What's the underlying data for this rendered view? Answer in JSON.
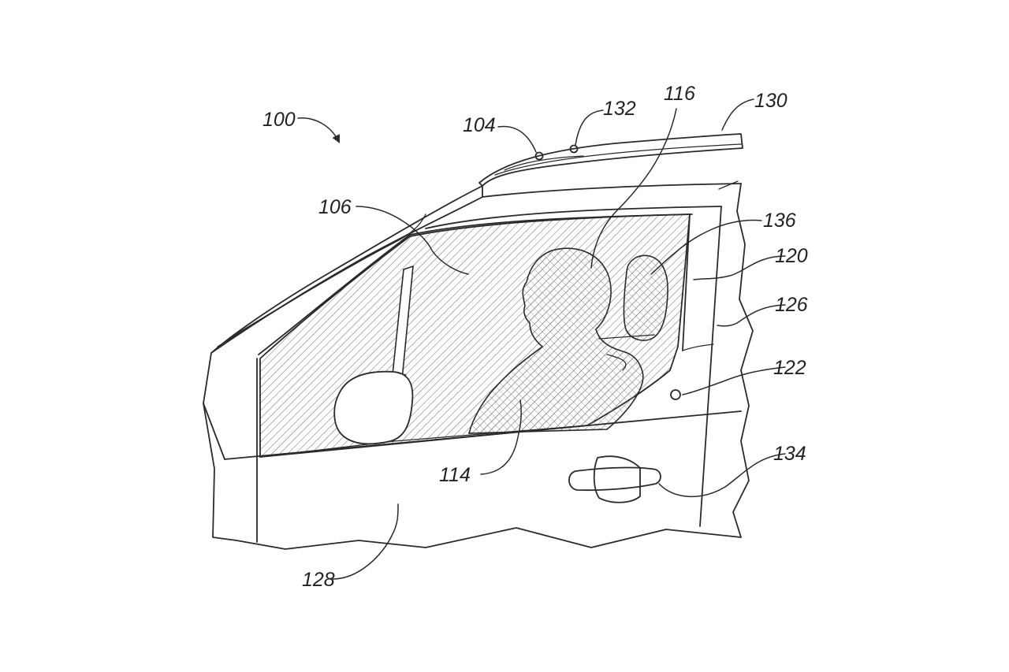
{
  "figure": {
    "reference_numerals": {
      "vehicle": "100",
      "sensor": "104",
      "window": "106",
      "occupant_body": "114",
      "occupant_head": "116",
      "door_panel": "120",
      "door_button": "122",
      "b_pillar": "126",
      "door_lower": "128",
      "roof": "130",
      "roof_sensor": "132",
      "door_handle": "134",
      "headrest": "136"
    }
  },
  "colors": {
    "line": "#2a2a2a",
    "hatch": "#6a6a6a",
    "background": "#ffffff"
  }
}
